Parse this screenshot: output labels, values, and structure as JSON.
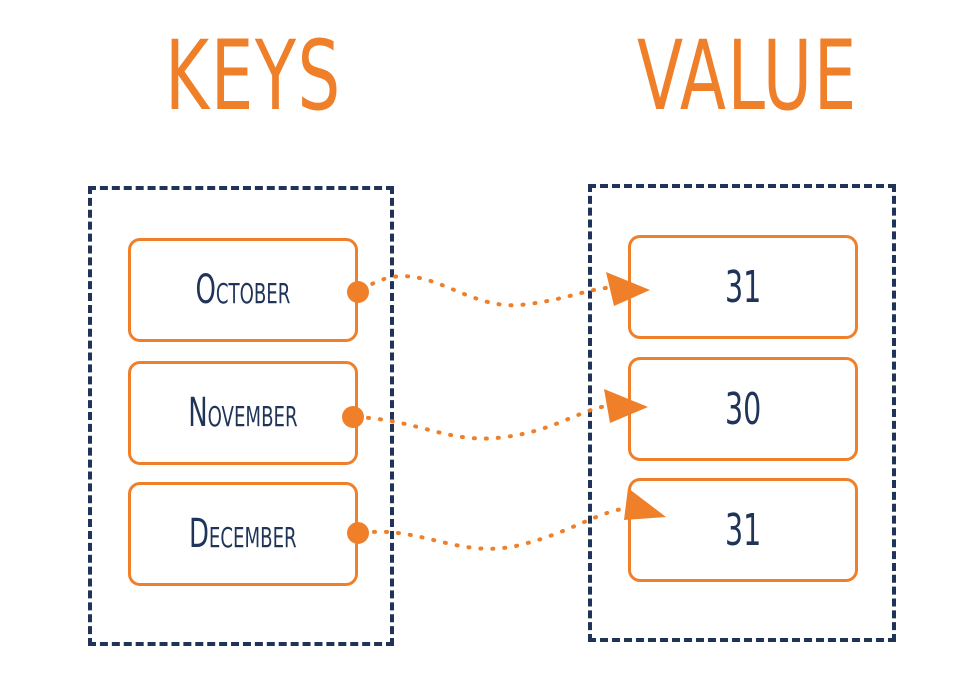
{
  "headings": {
    "keys": "KEYS",
    "value": "VALUE"
  },
  "keys": [
    "October",
    "November",
    "December"
  ],
  "values": [
    "31",
    "30",
    "31"
  ],
  "colors": {
    "accent": "#f07f2a",
    "navy": "#1f3458",
    "background": "#ffffff"
  }
}
